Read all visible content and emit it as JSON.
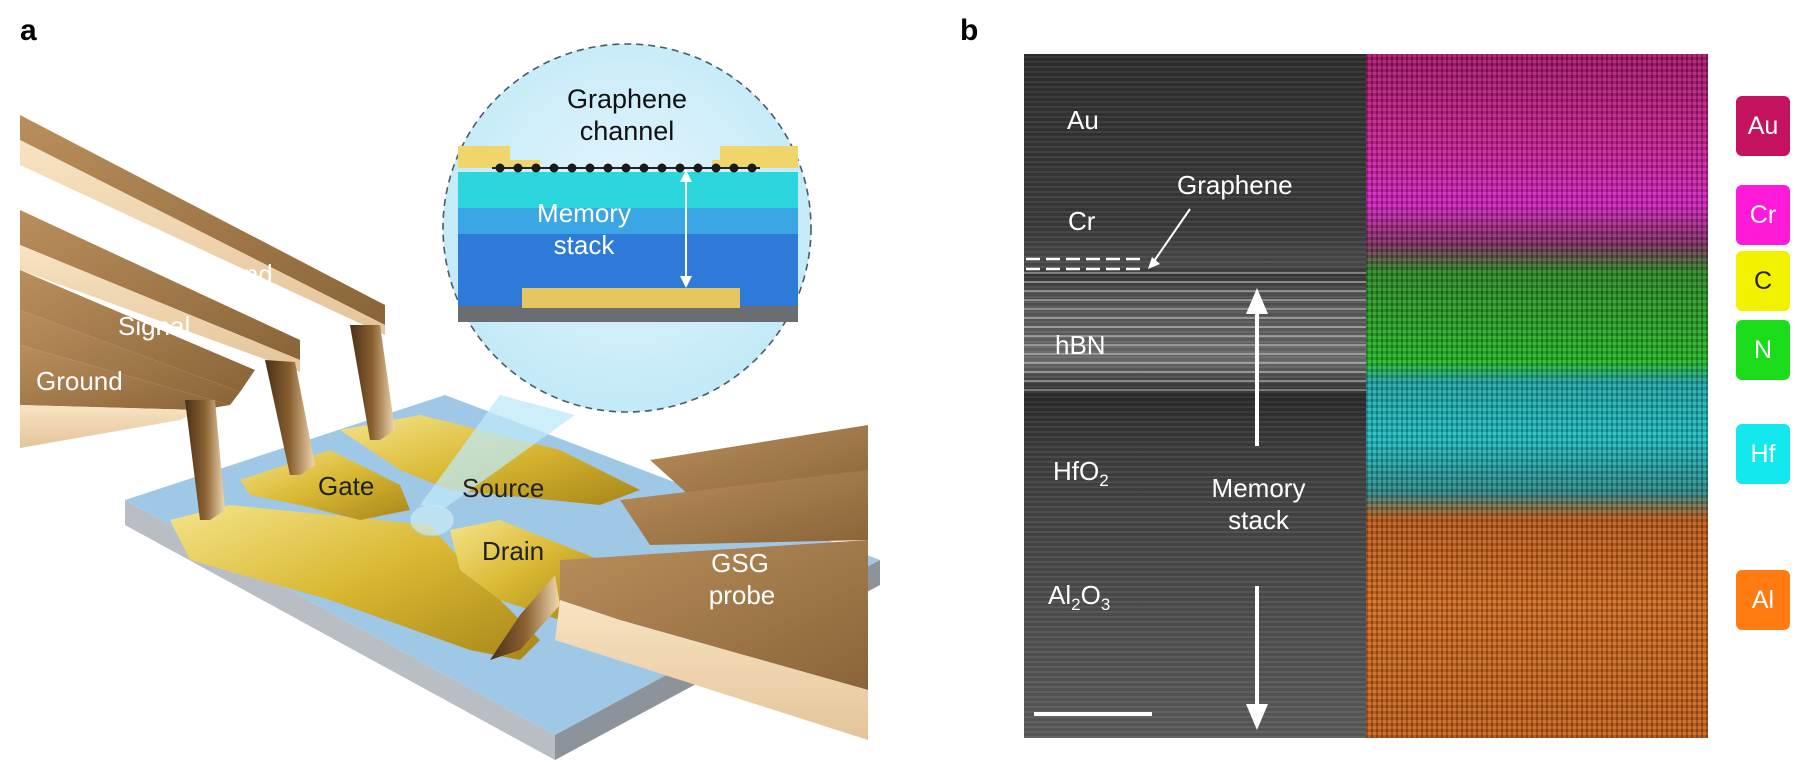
{
  "panel_a": {
    "letter": "a",
    "labels": {
      "ground_top": "Ground",
      "signal": "Signal",
      "ground_bottom": "Ground",
      "gate": "Gate",
      "source": "Source",
      "drain": "Drain",
      "gsg_probe_line1": "GSG",
      "gsg_probe_line2": "probe"
    },
    "inset": {
      "title_line1": "Graphene",
      "title_line2": "channel",
      "memory_line1": "Memory",
      "memory_line2": "stack"
    }
  },
  "panel_b": {
    "letter": "b",
    "tem_labels": {
      "au": "Au",
      "cr": "Cr",
      "graphene": "Graphene",
      "hbn": "hBN",
      "hfo2_main": "HfO",
      "hfo2_sub": "2",
      "al2o3_al": "Al",
      "al2o3_sub1": "2",
      "al2o3_o": "O",
      "al2o3_sub2": "3",
      "memory_line1": "Memory",
      "memory_line2": "stack"
    },
    "legend": [
      {
        "label": "Au",
        "color": "#c4125e"
      },
      {
        "label": "Cr",
        "color": "#ff1ad9"
      },
      {
        "label": "C",
        "color": "#f2f200"
      },
      {
        "label": "N",
        "color": "#1adc1a"
      },
      {
        "label": "Hf",
        "color": "#12e8ee"
      },
      {
        "label": "Al",
        "color": "#ff7a10"
      }
    ]
  }
}
